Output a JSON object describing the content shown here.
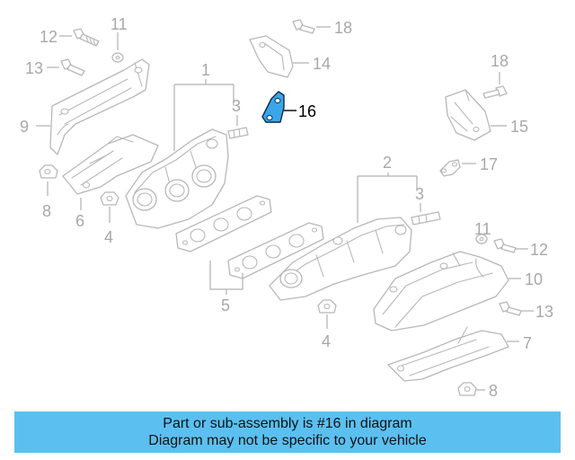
{
  "diagram": {
    "callouts": {
      "c1": "1",
      "c2": "2",
      "c3a": "3",
      "c3b": "3",
      "c4a": "4",
      "c4b": "4",
      "c5": "5",
      "c6": "6",
      "c7": "7",
      "c8a": "8",
      "c8b": "8",
      "c9": "9",
      "c10": "10",
      "c11a": "11",
      "c11b": "11",
      "c12a": "12",
      "c12b": "12",
      "c13a": "13",
      "c13b": "13",
      "c14": "14",
      "c15": "15",
      "c16": "16",
      "c17": "17",
      "c18a": "18",
      "c18b": "18"
    },
    "highlight_color": "#3aa6e8"
  },
  "banner": {
    "line1": "Part or sub-assembly is #16 in diagram",
    "line2": "Diagram may not be specific to your vehicle",
    "color": "#5bc0f0"
  }
}
